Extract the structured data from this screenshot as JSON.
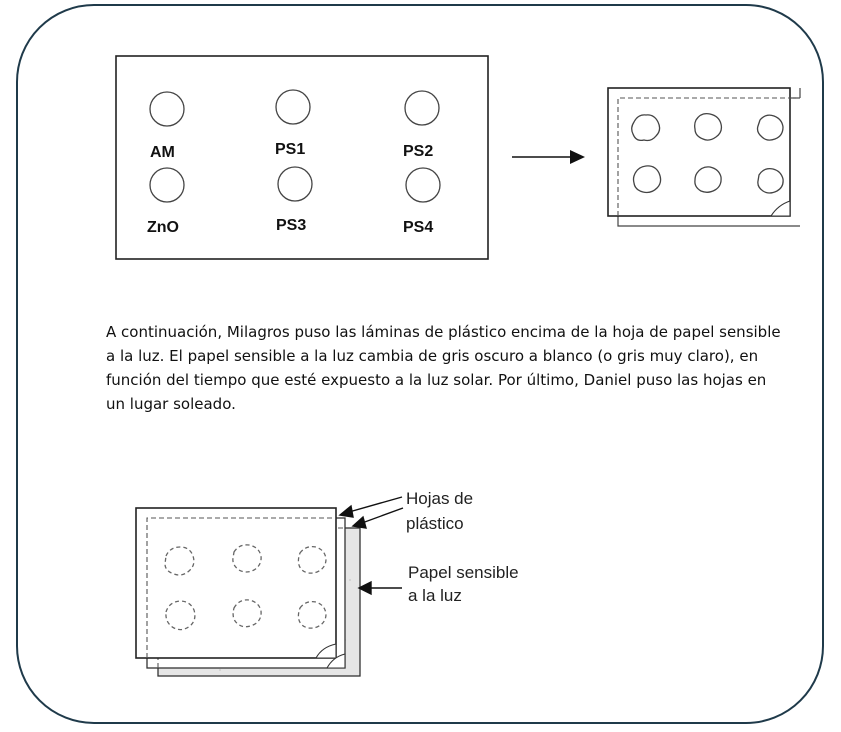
{
  "top_figure": {
    "labels": [
      "AM",
      "PS1",
      "PS2",
      "ZnO",
      "PS3",
      "PS4"
    ]
  },
  "paragraph": {
    "lines": [
      "A continuación, Milagros puso las láminas de plástico encima de la hoja de papel sensible",
      "a la luz. El papel sensible a la luz cambia de gris oscuro a blanco (o gris muy claro), en",
      "función del tiempo que esté expuesto a la luz solar. Por último, Daniel puso las hojas en",
      "un lugar soleado."
    ]
  },
  "bottom_figure": {
    "label_sheets_line1": "Hojas de",
    "label_sheets_line2": "plástico",
    "label_paper_line1": "Papel sensible",
    "label_paper_line2": "a la luz"
  }
}
